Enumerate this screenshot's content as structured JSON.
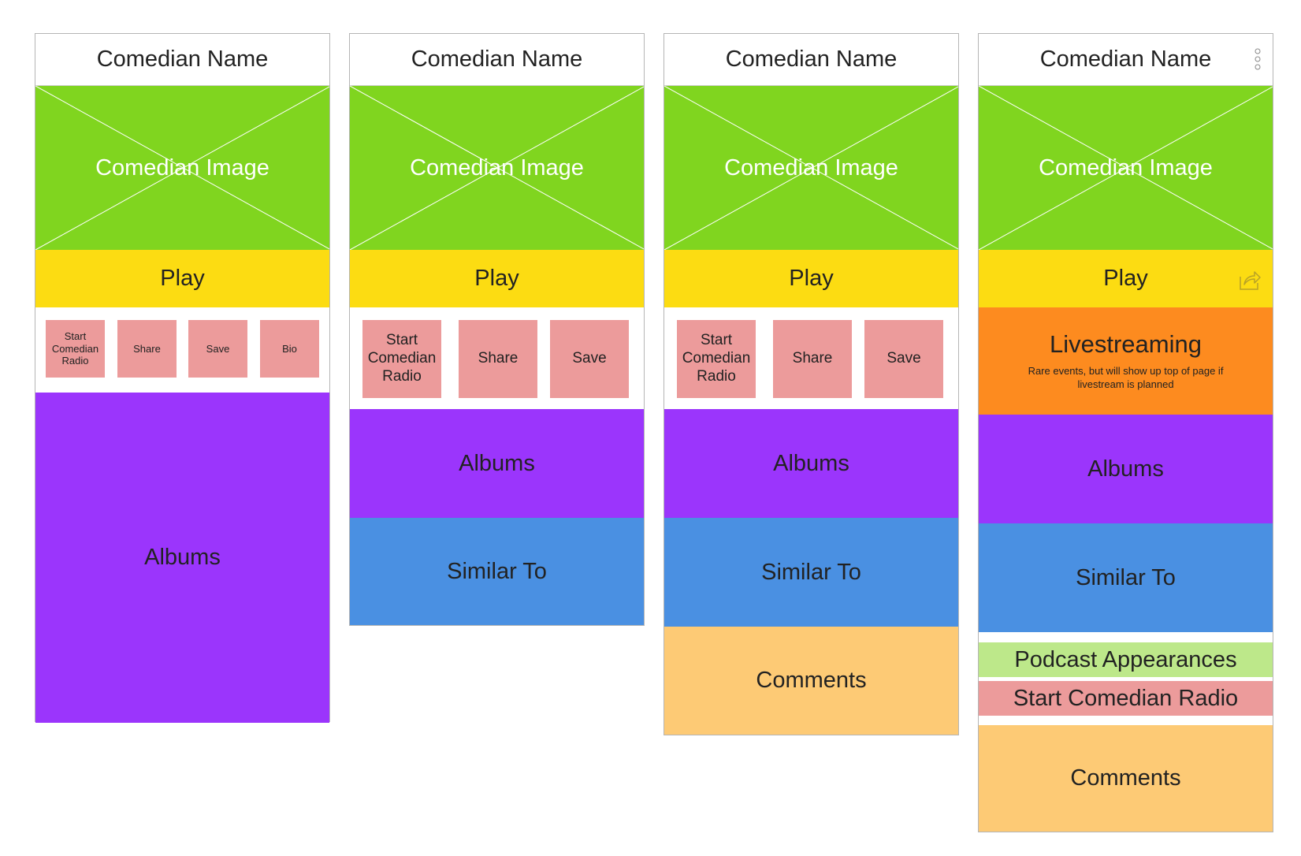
{
  "frames": [
    {
      "title": "Comedian Name",
      "image_label": "Comedian Image",
      "play": "Play",
      "buttons": [
        "Start Comedian Radio",
        "Share",
        "Save",
        "Bio"
      ],
      "albums": "Albums"
    },
    {
      "title": "Comedian Name",
      "image_label": "Comedian Image",
      "play": "Play",
      "buttons": [
        "Start Comedian Radio",
        "Share",
        "Save"
      ],
      "albums": "Albums",
      "similar": "Similar To"
    },
    {
      "title": "Comedian Name",
      "image_label": "Comedian Image",
      "play": "Play",
      "buttons": [
        "Start Comedian Radio",
        "Share",
        "Save"
      ],
      "albums": "Albums",
      "similar": "Similar To",
      "comments": "Comments"
    },
    {
      "title": "Comedian Name",
      "image_label": "Comedian Image",
      "play": "Play",
      "livestream_title": "Livestreaming",
      "livestream_note": "Rare events, but will show up top of page if livestream is planned",
      "albums": "Albums",
      "similar": "Similar To",
      "podcast": "Podcast Appearances",
      "radio": "Start Comedian Radio",
      "comments": "Comments"
    }
  ],
  "colors": {
    "image": "#80d51f",
    "play": "#fcdc12",
    "button": "#ec9b9b",
    "albums": "#9b35fc",
    "similar": "#4a90e2",
    "comments": "#fdca75",
    "livestream": "#fd8b1f",
    "podcast": "#bde88a"
  },
  "icons": [
    "more-options-icon",
    "share-arrow-icon"
  ]
}
